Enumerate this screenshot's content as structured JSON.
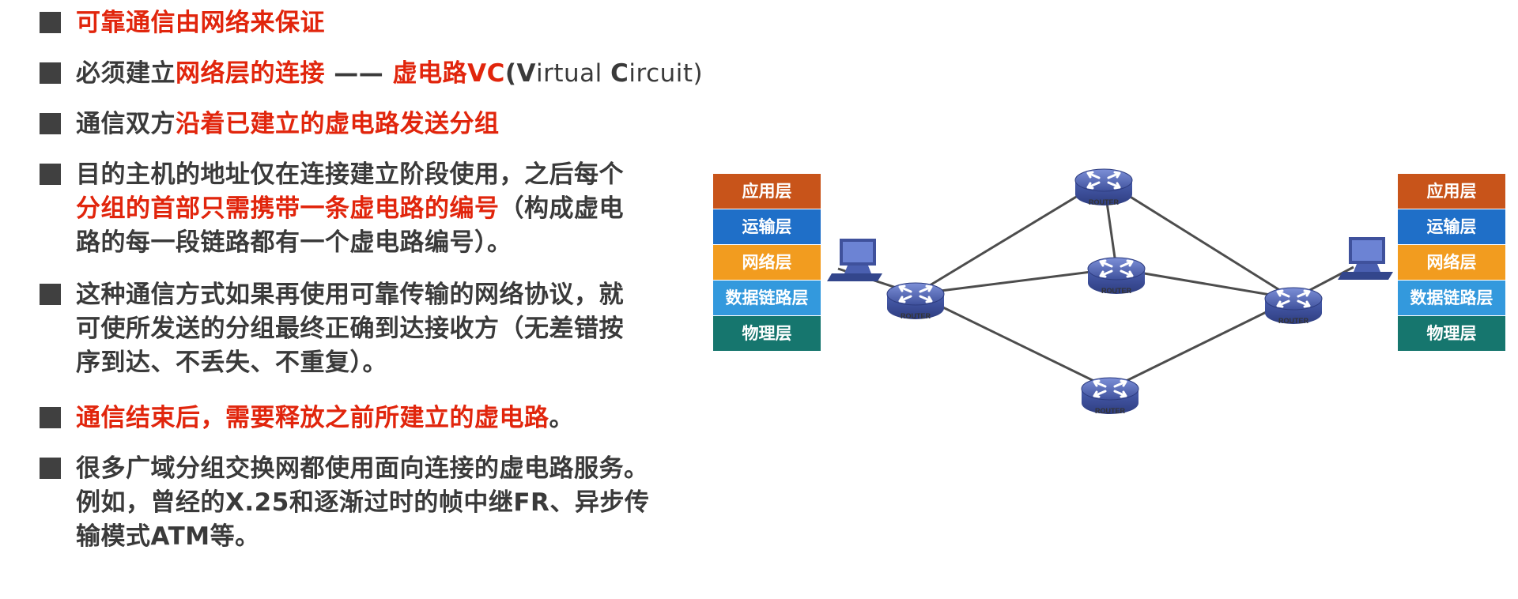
{
  "bullets": [
    {
      "segments": [
        {
          "text": "可靠通信由网络来保证",
          "color": "red"
        }
      ]
    },
    {
      "segments": [
        {
          "text": "必须建立",
          "color": "dark"
        },
        {
          "text": "网络层的连接",
          "color": "red"
        },
        {
          "text": " —— ",
          "color": "dark"
        },
        {
          "text": "虚电路VC",
          "color": "red"
        },
        {
          "text": "(",
          "color": "dark"
        },
        {
          "text": "V",
          "color": "dark"
        },
        {
          "text": "irtual ",
          "color": "dark",
          "thin": true
        },
        {
          "text": "C",
          "color": "dark"
        },
        {
          "text": "ircuit)",
          "color": "dark",
          "thin": true
        }
      ]
    },
    {
      "segments": [
        {
          "text": "通信双方",
          "color": "dark"
        },
        {
          "text": "沿着已建立的虚电路发送分组",
          "color": "red"
        }
      ]
    },
    {
      "lines": [
        [
          {
            "text": "目的主机的地址仅在连接建立阶段使用，之后每个",
            "color": "dark"
          }
        ],
        [
          {
            "text": "分组的首部只需携带一条虚电路的编号",
            "color": "red"
          },
          {
            "text": "（构成虚电",
            "color": "dark"
          }
        ],
        [
          {
            "text": "路的每一段链路都有一个虚电路编号）。",
            "color": "dark"
          }
        ]
      ]
    },
    {
      "lines": [
        [
          {
            "text": "这种通信方式如果再使用可靠传输的网络协议，就",
            "color": "dark"
          }
        ],
        [
          {
            "text": "可使所发送的分组最终正确到达接收方（无差错按",
            "color": "dark"
          }
        ],
        [
          {
            "text": "序到达、不丢失、不重复）。",
            "color": "dark"
          }
        ]
      ]
    },
    {
      "segments": [
        {
          "text": "通信结束后，需要释放之前所建立的虚电路",
          "color": "red"
        },
        {
          "text": "。",
          "color": "dark"
        }
      ]
    },
    {
      "lines": [
        [
          {
            "text": "很多广域分组交换网都使用面向连接的虚电路服务。",
            "color": "dark"
          }
        ],
        [
          {
            "text": "例如，曾经的X.25和逐渐过时的帧中继FR、异步传",
            "color": "dark"
          }
        ],
        [
          {
            "text": "输模式ATM等。",
            "color": "dark"
          }
        ]
      ]
    }
  ],
  "layer_stack_left": [
    "应用层",
    "运输层",
    "网络层",
    "数据链路层",
    "物理层"
  ],
  "layer_stack_right": [
    "应用层",
    "运输层",
    "网络层",
    "数据链路层",
    "物理层"
  ],
  "router_label": "ROUTER",
  "colors": {
    "red": "#e1250c",
    "dark": "#3a3a3a",
    "bullet_square": "#404040",
    "layer_app": "#c8541a",
    "layer_transport": "#1f6fc8",
    "layer_network": "#f29c1f",
    "layer_datalink": "#3399dd",
    "layer_physical": "#16766e",
    "router": "#4a5fb0",
    "link": "#4d4d4d"
  },
  "icons": [
    "square-bullet-icon",
    "router-icon",
    "host-computer-icon"
  ]
}
